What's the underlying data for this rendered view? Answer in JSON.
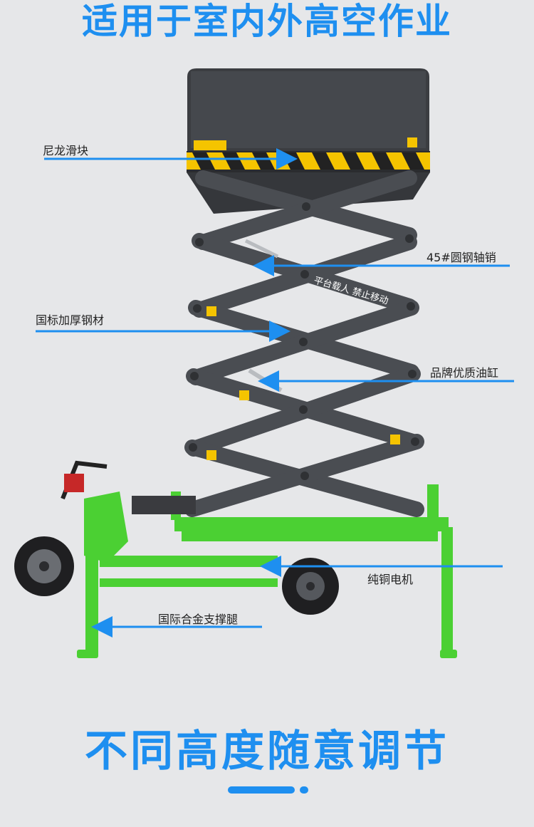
{
  "headline_top": "适用于室内外高空作业",
  "headline_bottom": "不同高度随意调节",
  "platform_notice": "平台载人 禁止移动",
  "callouts": [
    {
      "id": "nylon-slider",
      "label": "尼龙滑块"
    },
    {
      "id": "round-steel-pin",
      "label": "45#圆钢轴销"
    },
    {
      "id": "steel-material",
      "label": "国标加厚钢材"
    },
    {
      "id": "oil-cylinder",
      "label": "品牌优质油缸"
    },
    {
      "id": "copper-motor",
      "label": "纯铜电机"
    },
    {
      "id": "support-leg",
      "label": "国际合金支撑腿"
    }
  ],
  "colors": {
    "accent": "#1e8ff0",
    "background": "#e6e7e9",
    "frame_green": "#4bd033",
    "scissor_grey": "#4a4d52",
    "platform_dark": "#3b3d41",
    "hazard_yellow": "#f5c400"
  }
}
